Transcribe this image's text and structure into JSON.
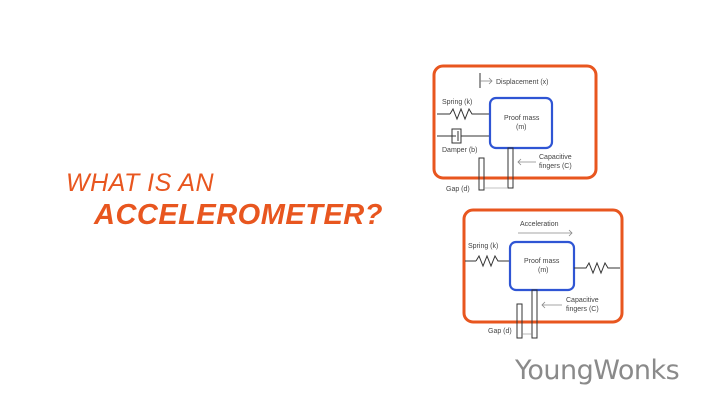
{
  "title": {
    "line1": "WHAT IS AN",
    "line2": "ACCELEROMETER?"
  },
  "brand": "YoungWonks",
  "colors": {
    "accent": "#e8561f",
    "frame": "#e8561f",
    "mass": "#2f55d4",
    "text": "#444444",
    "brand": "#8a8a8a"
  },
  "diagram_top": {
    "displacement": "Displacement (x)",
    "spring": "Spring (k)",
    "mass_line1": "Proof mass",
    "mass_line2": "(m)",
    "damper": "Damper (b)",
    "fingers_line1": "Capacitive",
    "fingers_line2": "fingers (C)",
    "gap": "Gap (d)"
  },
  "diagram_bottom": {
    "acceleration": "Acceleration",
    "spring": "Spring (k)",
    "mass_line1": "Proof mass",
    "mass_line2": "(m)",
    "fingers_line1": "Capacitive",
    "fingers_line2": "fingers (C)",
    "gap": "Gap (d)"
  }
}
